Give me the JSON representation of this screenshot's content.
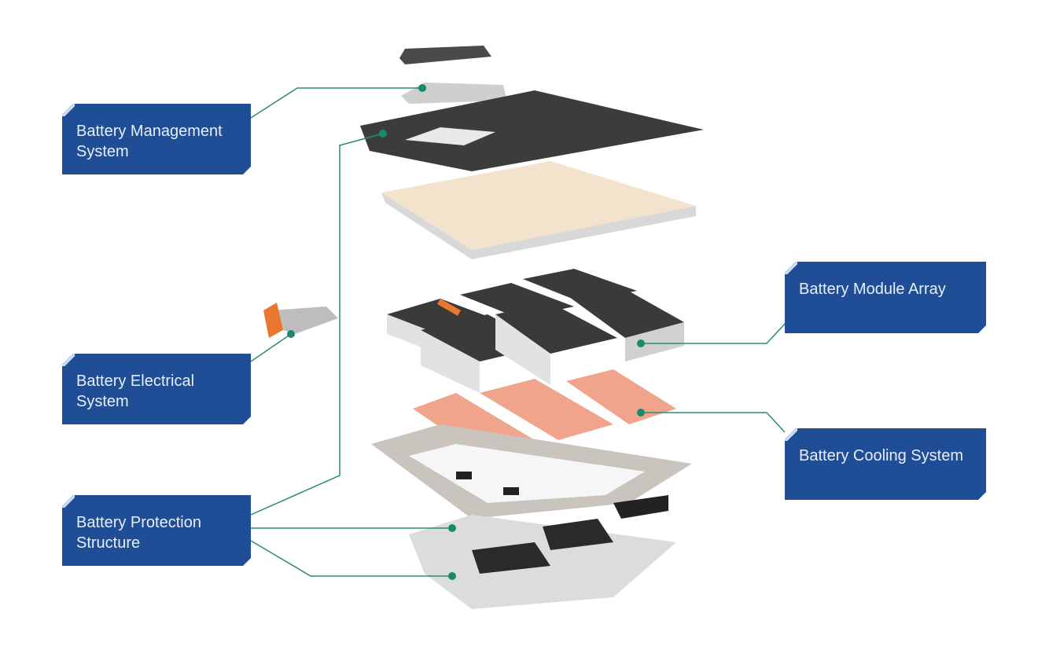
{
  "labels": {
    "bms": "Battery Management System",
    "electrical": "Battery Electrical System",
    "protection": "Battery Protection Structure",
    "module": "Battery Module Array",
    "cooling": "Battery Cooling System"
  },
  "colors": {
    "label_bg": "#1f4e96",
    "connector": "#2a8a7a",
    "cooling_plate": "#f0a48c",
    "accent_orange": "#e87830"
  }
}
